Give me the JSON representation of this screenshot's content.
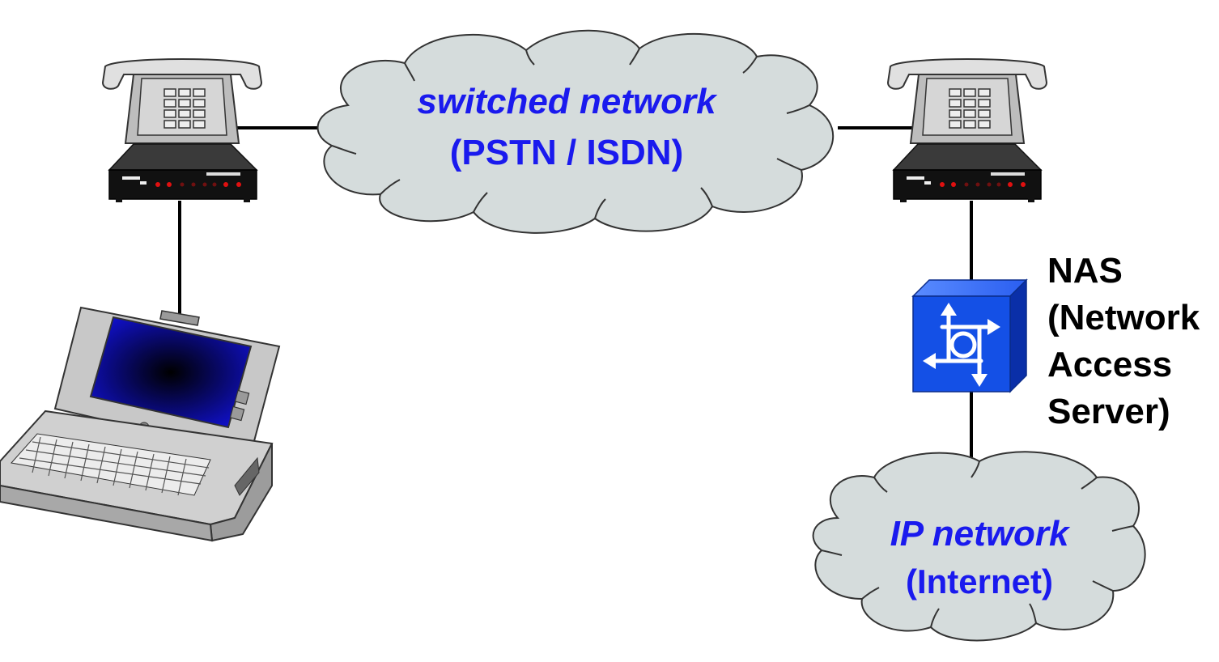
{
  "switched_network": {
    "title": "switched network",
    "subtitle": "(PSTN / ISDN)"
  },
  "ip_network": {
    "title": "IP network",
    "subtitle": "(Internet)"
  },
  "nas": {
    "lines": [
      "NAS",
      "(Network",
      "Access",
      "Server)"
    ]
  },
  "colors": {
    "cloud_text": "#1a1aee",
    "label_text": "#000000",
    "cloud_fill": "#d4dcdc",
    "router_blue": "#1450e6",
    "line": "#000000"
  },
  "icons": {
    "left_phone": "telephone-icon",
    "right_phone": "telephone-icon",
    "left_modem": "modem-icon",
    "right_modem": "modem-icon",
    "laptop": "laptop-icon",
    "nas": "router-icon",
    "switched_cloud": "cloud-icon",
    "ip_cloud": "cloud-icon"
  }
}
